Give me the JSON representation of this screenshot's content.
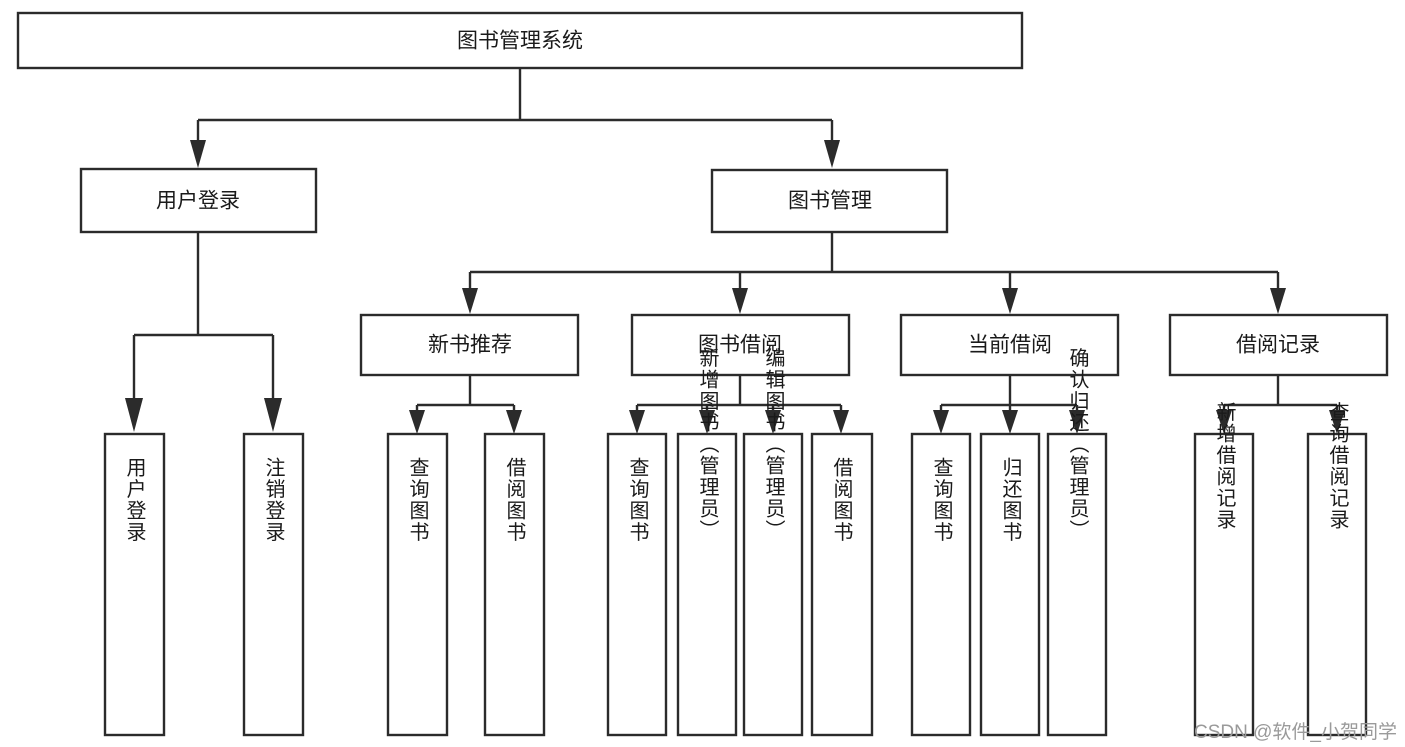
{
  "diagram": {
    "type": "tree",
    "title": "图书管理系统",
    "root": {
      "label": "图书管理系统"
    },
    "level2": [
      {
        "label": "用户登录"
      },
      {
        "label": "图书管理"
      }
    ],
    "level3": [
      {
        "label": "新书推荐"
      },
      {
        "label": "图书借阅"
      },
      {
        "label": "当前借阅"
      },
      {
        "label": "借阅记录"
      }
    ],
    "leaves": {
      "user_login": [
        {
          "label": "用户登录"
        },
        {
          "label": "注销登录"
        }
      ],
      "new_book_recommend": [
        {
          "label": "查询图书"
        },
        {
          "label": "借阅图书"
        }
      ],
      "book_borrow": [
        {
          "label": "查询图书"
        },
        {
          "label": "新增图书（管理员）"
        },
        {
          "label": "编辑图书（管理员）"
        },
        {
          "label": "借阅图书"
        }
      ],
      "current_borrow": [
        {
          "label": "查询图书"
        },
        {
          "label": "归还图书"
        },
        {
          "label": "确认归还（管理员）"
        }
      ],
      "borrow_record": [
        {
          "label": "新增借阅记录"
        },
        {
          "label": "查询借阅记录"
        }
      ]
    }
  },
  "watermark": {
    "text": "CSDN @软件_小贺同学"
  },
  "colors": {
    "stroke": "#2b2b2b",
    "fill": "#ffffff",
    "text": "#1a1a1a",
    "watermark": "#9a9a9a"
  }
}
